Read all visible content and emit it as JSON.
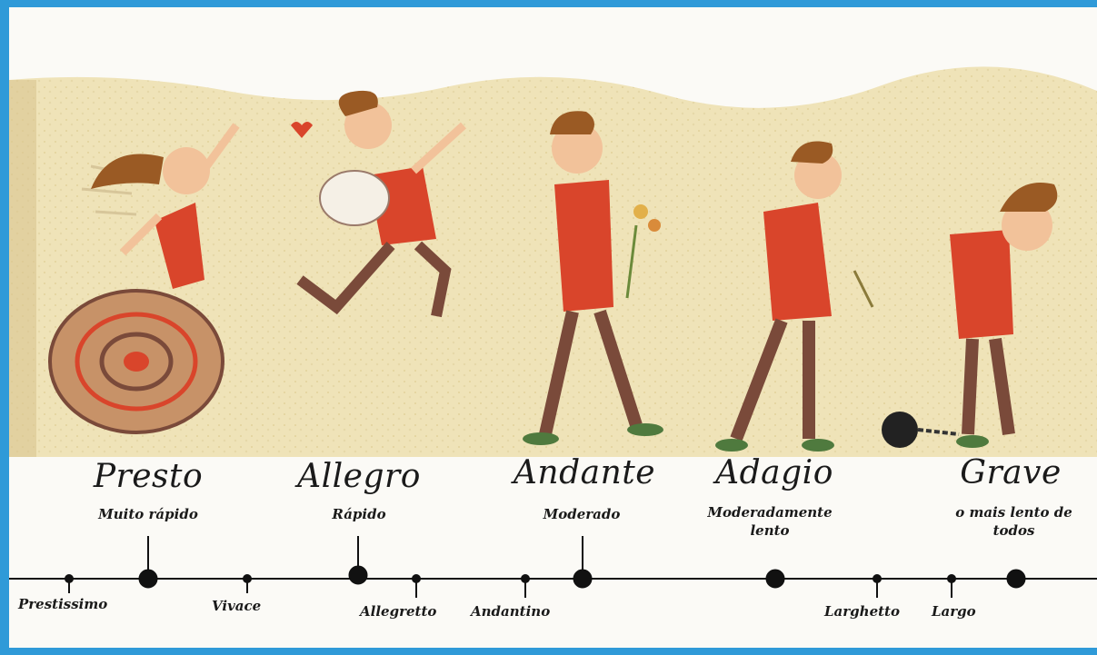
{
  "main_tempos": [
    {
      "name": "Presto",
      "description": "Muito rápido"
    },
    {
      "name": "Allegro",
      "description": "Rápido"
    },
    {
      "name": "Andante",
      "description": "Moderado"
    },
    {
      "name": "Adagio",
      "description": "Moderadamente lento"
    },
    {
      "name": "Grave",
      "description": "o mais lento de todos"
    }
  ],
  "minor_tempos": [
    "Prestissimo",
    "Vivace",
    "Allegretto",
    "Andantino",
    "Larghetto",
    "Largo"
  ],
  "colors": {
    "paper": "#efe3b8",
    "stripe_red": "#d9452b",
    "hair": "#9a5a24",
    "pants": "#7a4a3a",
    "line": "#111111"
  }
}
